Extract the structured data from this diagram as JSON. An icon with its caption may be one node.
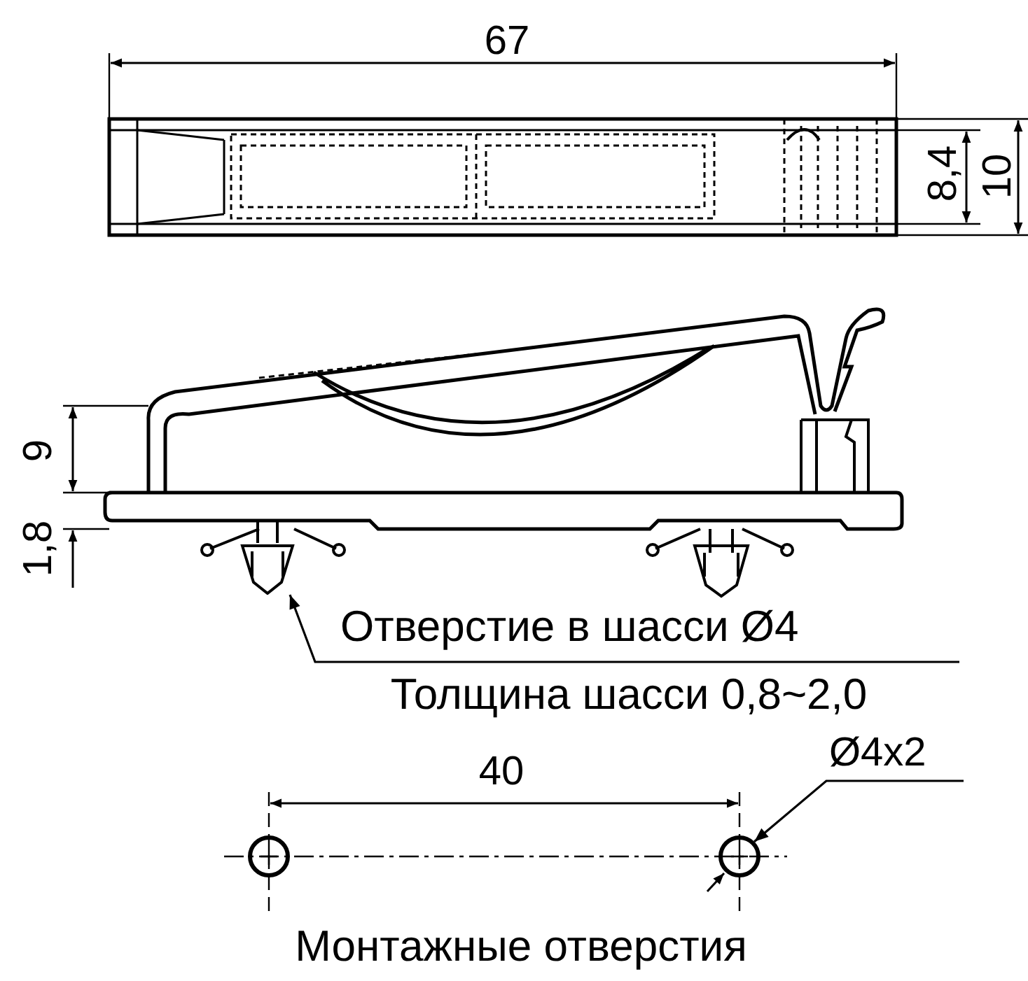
{
  "diagram": {
    "nodes": [
      {
        "text": [
          "Отверстие в шасси Ø4"
        ]
      },
      {
        "text": [],
        "shape": "picture"
      },
      {
        "text": [
          "Ø4x2"
        ]
      },
      {
        "text": [],
        "shape": "circle"
      },
      {
        "text": [],
        "shape": "circle"
      }
    ],
    "edges": [
      {
        "from": 0,
        "to": 1,
        "arrow": "to"
      },
      {
        "from": 2,
        "to": 4,
        "arrow": "to"
      }
    ],
    "labels": [
      "67",
      "8,4",
      "10",
      "9",
      "1,8",
      "Толщина шасси 0,8~2,0",
      "40",
      "Монтажные отверстия"
    ]
  }
}
